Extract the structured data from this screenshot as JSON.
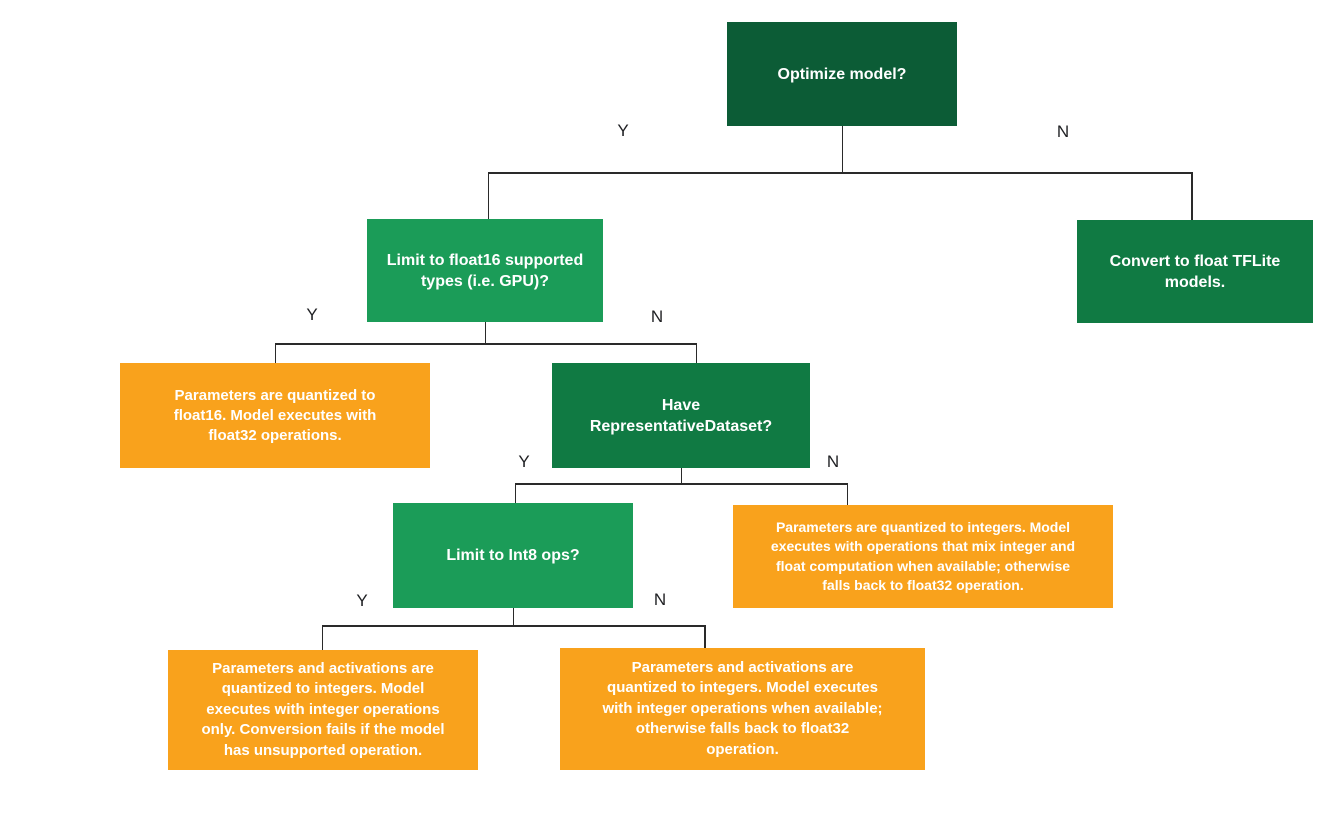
{
  "colors": {
    "dark_green": "#0c5c36",
    "medium_green": "#107a43",
    "bright_green": "#1b9c58",
    "orange": "#f9a21c",
    "line": "#2a2a2a",
    "label": "#202124",
    "box_text": "#ffffff"
  },
  "branch": {
    "yes": "Y",
    "no": "N"
  },
  "nodes": {
    "optimize": {
      "text": "Optimize model?",
      "lines": [
        "Optimize model?"
      ]
    },
    "limit_float16": {
      "text": "Limit to float16 supported types (i.e. GPU)?",
      "lines": [
        "Limit to float16 supported",
        "types (i.e. GPU)?"
      ]
    },
    "convert_float": {
      "text": "Convert to float TFLite models.",
      "lines": [
        "Convert to float TFLite",
        "models."
      ]
    },
    "float16_result": {
      "text": "Parameters are quantized to float16. Model executes with float32 operations.",
      "lines": [
        "Parameters are quantized to",
        "float16. Model executes with",
        "float32 operations."
      ]
    },
    "have_dataset": {
      "text": "Have RepresentativeDataset?",
      "lines": [
        "Have",
        "RepresentativeDataset?"
      ]
    },
    "limit_int8": {
      "text": "Limit to Int8 ops?",
      "lines": [
        "Limit to Int8 ops?"
      ]
    },
    "mixed_result": {
      "text": "Parameters are quantized to integers. Model executes with operations that mix integer and float computation when available; otherwise falls back to float32 operation.",
      "lines": [
        "Parameters are quantized to integers. Model",
        "executes with operations that mix integer and",
        "float computation when available; otherwise",
        "falls back to float32 operation."
      ]
    },
    "int_only_result": {
      "text": "Parameters and activations are quantized to integers. Model executes with integer operations only. Conversion fails if the model has unsupported operation.",
      "lines": [
        "Parameters and activations are",
        "quantized to integers. Model",
        "executes with integer operations",
        "only. Conversion fails if the model",
        "has unsupported operation."
      ]
    },
    "int_fallback_result": {
      "text": "Parameters and activations are quantized to integers. Model executes with integer operations when available; otherwise falls back to float32 operation.",
      "lines": [
        "Parameters and activations are",
        "quantized to integers. Model executes",
        "with integer operations when available;",
        "otherwise falls back to float32",
        "operation."
      ]
    }
  }
}
